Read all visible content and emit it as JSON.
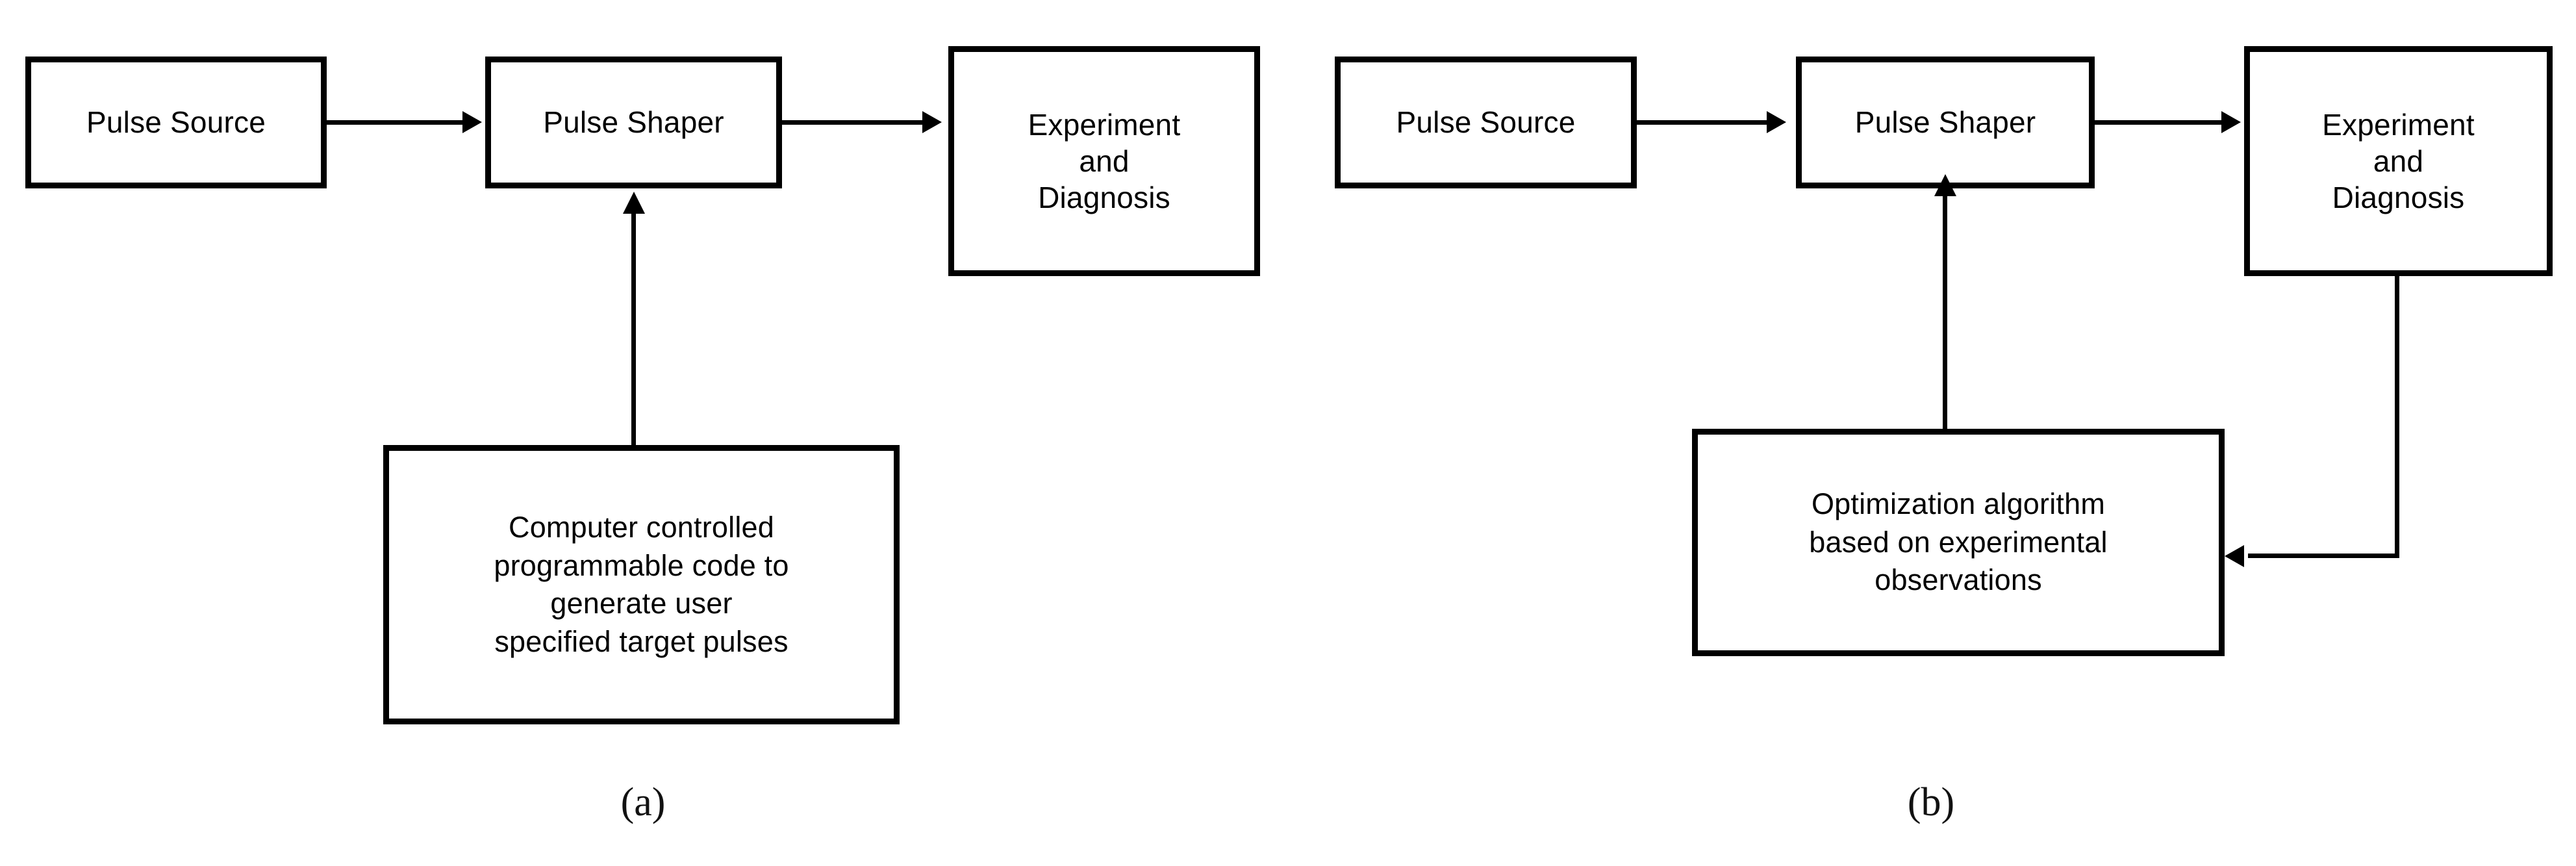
{
  "figure": {
    "type": "block-diagram",
    "background_color": "#ffffff",
    "line_color": "#000000",
    "text_color": "#000000"
  },
  "panels": [
    {
      "caption": "(a)",
      "boxes": {
        "pulse_source": "Pulse Source",
        "pulse_shaper": "Pulse Shaper",
        "experiment": "Experiment\nand\nDiagnosis",
        "controller": "Computer controlled\nprogrammable code to\ngenerate user\nspecified target pulses"
      },
      "connections": [
        {
          "name": "source-to-shaper",
          "from": "Pulse Source",
          "to": "Pulse Shaper",
          "direction": "right"
        },
        {
          "name": "shaper-to-experiment",
          "from": "Pulse Shaper",
          "to": "Experiment and Diagnosis",
          "direction": "right"
        },
        {
          "name": "controller-to-shaper",
          "from": "Computer controlled programmable code to generate user specified target pulses",
          "to": "Pulse Shaper",
          "direction": "up"
        }
      ]
    },
    {
      "caption": "(b)",
      "boxes": {
        "pulse_source": "Pulse Source",
        "pulse_shaper": "Pulse Shaper",
        "experiment": "Experiment\nand\nDiagnosis",
        "controller": "Optimization algorithm\nbased on experimental\nobservations"
      },
      "connections": [
        {
          "name": "source-to-shaper",
          "from": "Pulse Source",
          "to": "Pulse Shaper",
          "direction": "right"
        },
        {
          "name": "shaper-to-experiment",
          "from": "Pulse Shaper",
          "to": "Experiment and Diagnosis",
          "direction": "right"
        },
        {
          "name": "controller-to-shaper",
          "from": "Optimization algorithm based on experimental observations",
          "to": "Pulse Shaper",
          "direction": "up"
        },
        {
          "name": "experiment-feedback-to-controller",
          "from": "Experiment and Diagnosis",
          "to": "Optimization algorithm based on experimental observations",
          "direction": "left"
        }
      ]
    }
  ]
}
